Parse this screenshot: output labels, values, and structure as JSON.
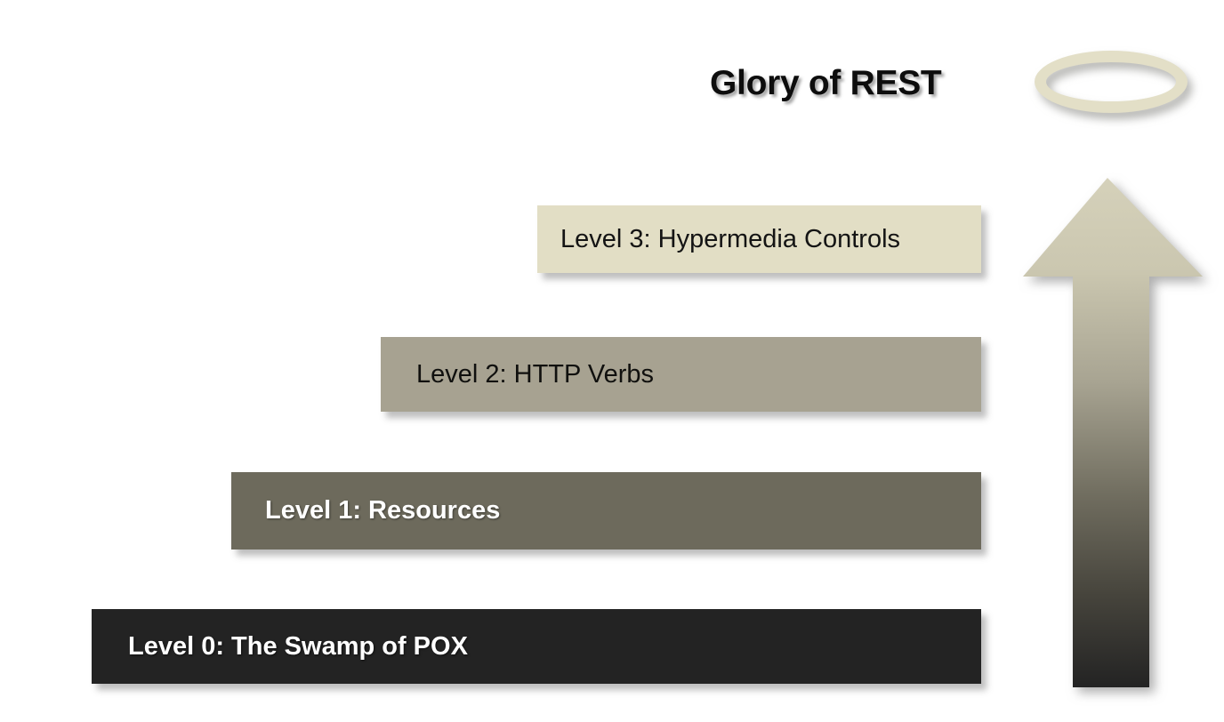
{
  "diagram": {
    "title": "Glory of REST",
    "halo_icon": "halo-ring-icon",
    "arrow_icon": "up-arrow-icon",
    "background_color": "#ffffff",
    "levels": [
      {
        "id": "level-3",
        "label": "Level 3: Hypermedia Controls",
        "fill": "#e2dec5",
        "text_color": "#141414",
        "weight": "normal"
      },
      {
        "id": "level-2",
        "label": "Level 2: HTTP Verbs",
        "fill": "#a7a291",
        "text_color": "#10100e",
        "weight": "normal"
      },
      {
        "id": "level-1",
        "label": "Level 1: Resources",
        "fill": "#6d6a5c",
        "text_color": "#ffffff",
        "weight": "bold"
      },
      {
        "id": "level-0",
        "label": "Level 0: The Swamp of POX",
        "fill": "#232323",
        "text_color": "#ffffff",
        "weight": "bold"
      }
    ],
    "arrow": {
      "direction": "up",
      "gradient_top": "#d3cfb8",
      "gradient_mid": "#6d6a5c",
      "gradient_bottom": "#262626"
    }
  }
}
